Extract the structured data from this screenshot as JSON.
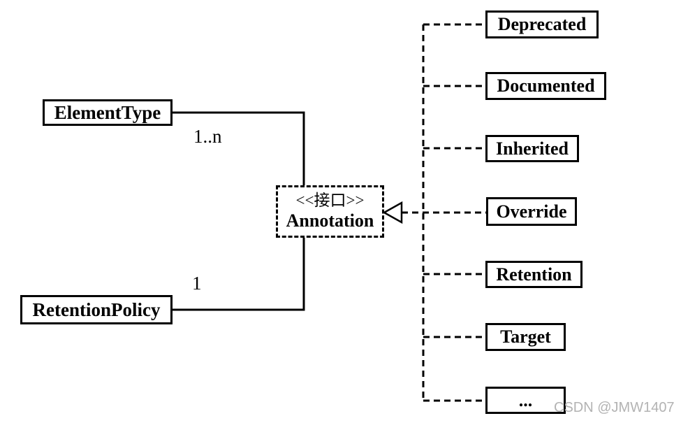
{
  "diagram": {
    "background": "#ffffff",
    "line_color": "#000000",
    "center_node": {
      "stereotype": "<<接口>>",
      "name": "Annotation"
    },
    "left_nodes": [
      {
        "label": "ElementType",
        "multiplicity": "1..n"
      },
      {
        "label": "RetentionPolicy",
        "multiplicity": "1"
      }
    ],
    "right_nodes": [
      {
        "label": "Deprecated"
      },
      {
        "label": "Documented"
      },
      {
        "label": "Inherited"
      },
      {
        "label": "Override"
      },
      {
        "label": "Retention"
      },
      {
        "label": "Target"
      },
      {
        "label": "..."
      }
    ],
    "watermark": "CSDN @JMW1407"
  }
}
